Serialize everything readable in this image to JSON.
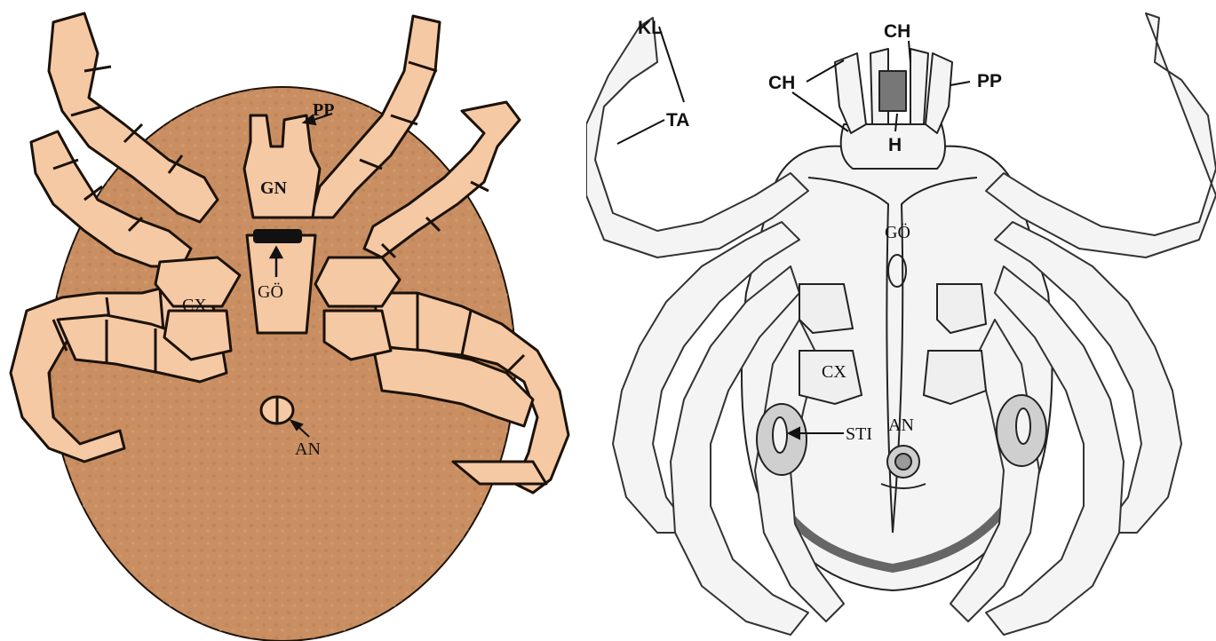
{
  "left_figure": {
    "colors": {
      "body": "#c98f62",
      "leg": "#f5c9a4",
      "outline": "#1b1209"
    },
    "labels": {
      "pp": "PP",
      "gn": "GN",
      "go": "GÖ",
      "cx": "CX",
      "an": "AN"
    }
  },
  "right_figure": {
    "colors": {
      "body": "#f4f4f4",
      "outline": "#222222",
      "shade": "#8a8a8a"
    },
    "labels": {
      "kl": "KL",
      "ta": "TA",
      "ch_top": "CH",
      "ch_left": "CH",
      "pp": "PP",
      "h": "H",
      "go": "GÖ",
      "cx": "CX",
      "sti": "STI",
      "an": "AN"
    }
  }
}
